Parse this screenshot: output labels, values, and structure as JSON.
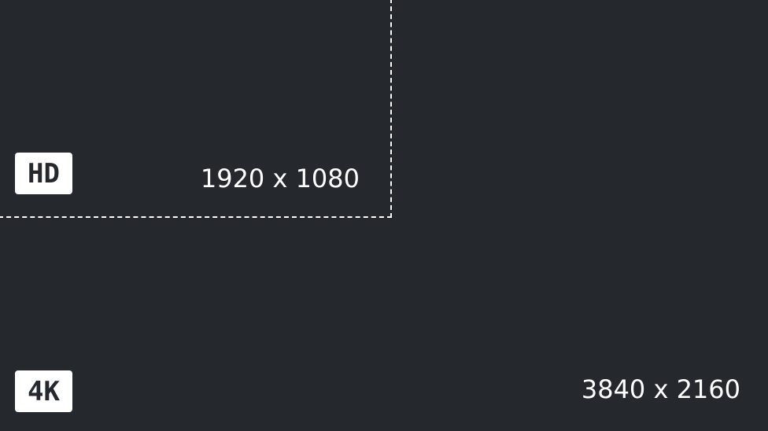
{
  "hd": {
    "badge": "HD",
    "resolution": "1920 x 1080"
  },
  "uhd": {
    "badge": "4K",
    "resolution": "3840 x 2160"
  },
  "colors": {
    "background": "#25292d",
    "foreground": "#ffffff"
  }
}
